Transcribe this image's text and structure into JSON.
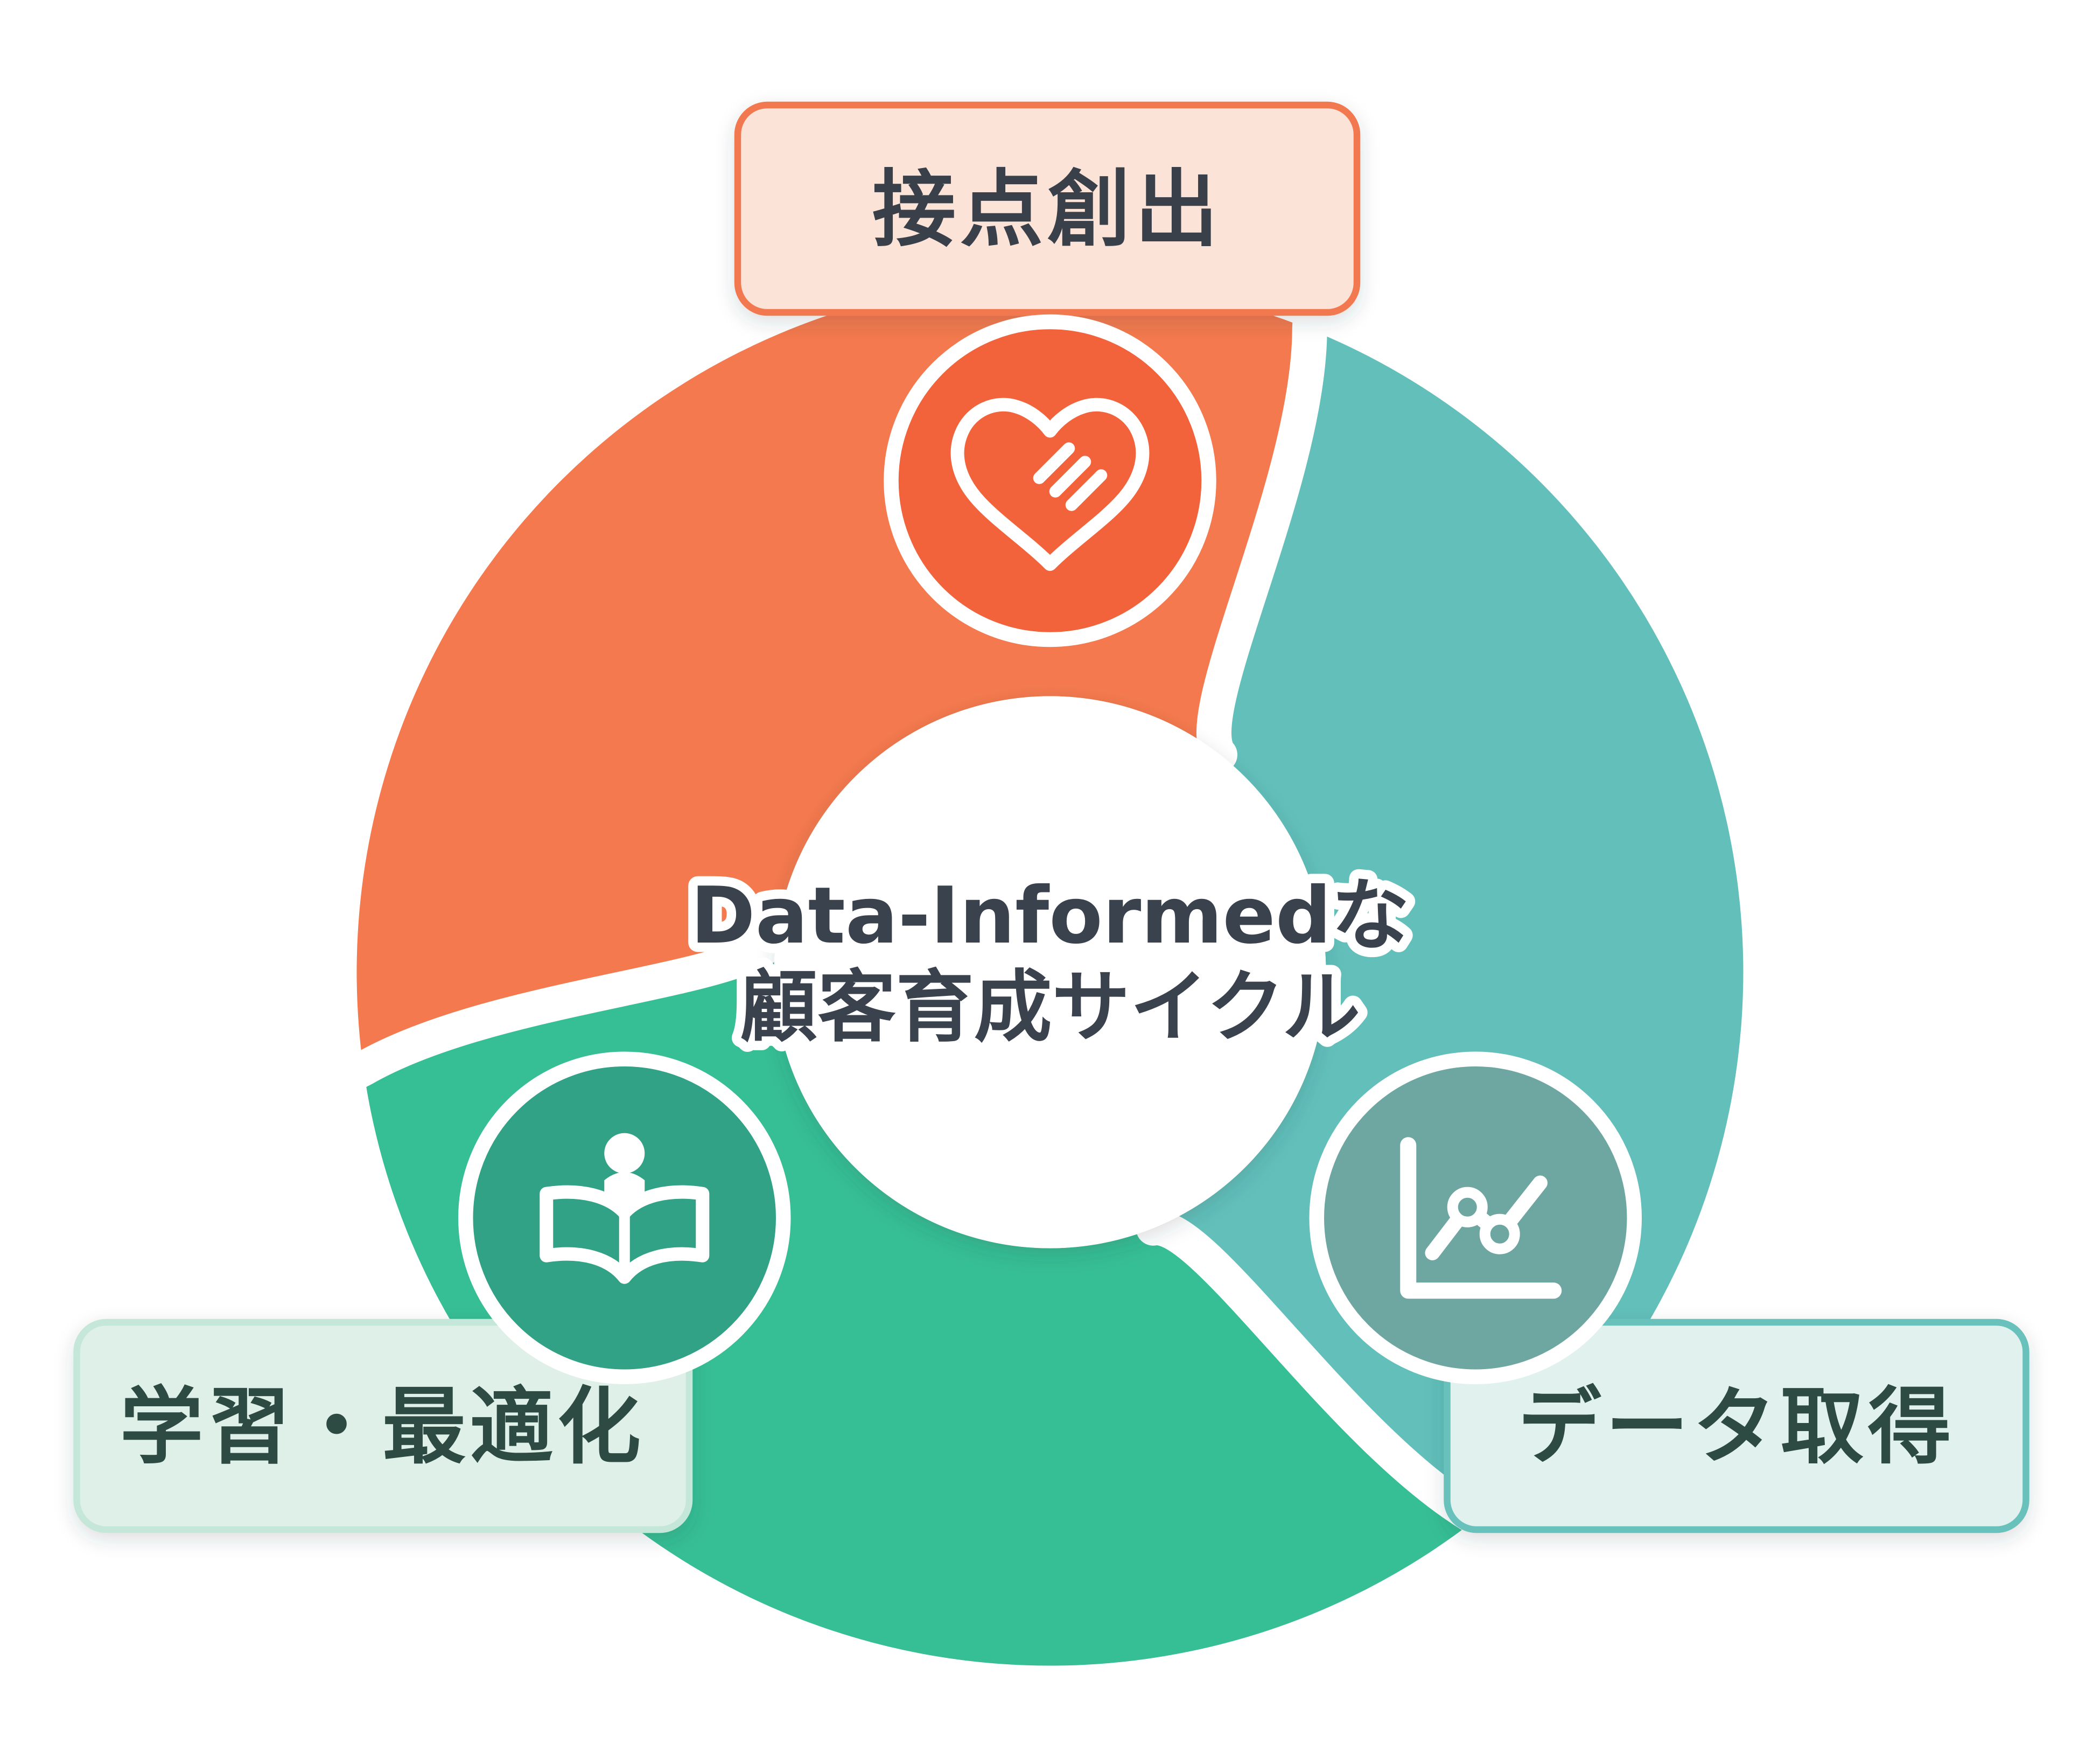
{
  "diagram": {
    "title": "Data-Informedな顧客育成サイクル",
    "background_color": "#FFFFFF",
    "center_title": {
      "line1": "Data-Informedな",
      "line2": "顧客育成サイクル",
      "text_color": "#3A424E"
    },
    "nodes": [
      {
        "id": "contact-creation",
        "label": "接点創出",
        "position": "top",
        "segment_color": "#F4794E",
        "icon_circle_color": "#F2633B",
        "icon": "heart-handshake-icon",
        "box_fill": "#FBE3D8",
        "box_border": "#F2794F",
        "label_color": "#39404A"
      },
      {
        "id": "data-acquisition",
        "label": "データ取得",
        "position": "bottom-right",
        "segment_color": "#62BFBA",
        "icon_circle_color": "#6EA6A2",
        "icon": "chart-line-icon",
        "box_fill": "#E0F1EE",
        "box_border": "#67C1BB",
        "label_color": "#2D4B42"
      },
      {
        "id": "learning-optimization",
        "label": "学習・最適化",
        "position": "bottom-left",
        "segment_color": "#36BE95",
        "icon_circle_color": "#31A285",
        "icon": "book-reader-icon",
        "box_fill": "#DFF0E9",
        "box_border": "#C4E7DA",
        "label_color": "#2D4B42"
      }
    ]
  }
}
